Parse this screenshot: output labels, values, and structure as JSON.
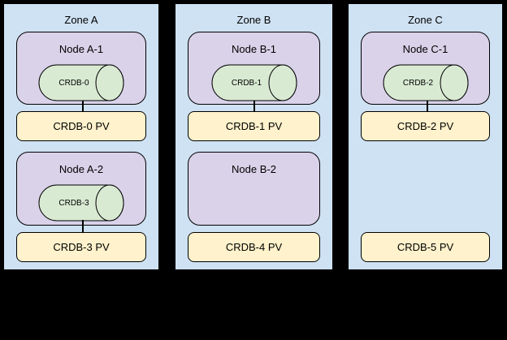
{
  "colors": {
    "bg": "#000000",
    "zone_fill": "#cfe2f3",
    "node_fill": "#d9d2e9",
    "pod_fill": "#d9ead3",
    "pv_fill": "#fff2cc",
    "line": "#000000",
    "text": "#000000"
  },
  "zones": [
    {
      "label": "Zone A",
      "node1": {
        "label": "Node A-1",
        "pod": "CRDB-0"
      },
      "pv1": "CRDB-0 PV",
      "node2": {
        "label": "Node A-2",
        "pod": "CRDB-3"
      },
      "pv2": "CRDB-3 PV"
    },
    {
      "label": "Zone B",
      "node1": {
        "label": "Node B-1",
        "pod": "CRDB-1"
      },
      "pv1": "CRDB-1 PV",
      "node2": {
        "label": "Node B-2"
      },
      "pv2": "CRDB-4 PV"
    },
    {
      "label": "Zone C",
      "node1": {
        "label": "Node C-1",
        "pod": "CRDB-2"
      },
      "pv1": "CRDB-2 PV",
      "pv2": "CRDB-5 PV"
    }
  ]
}
